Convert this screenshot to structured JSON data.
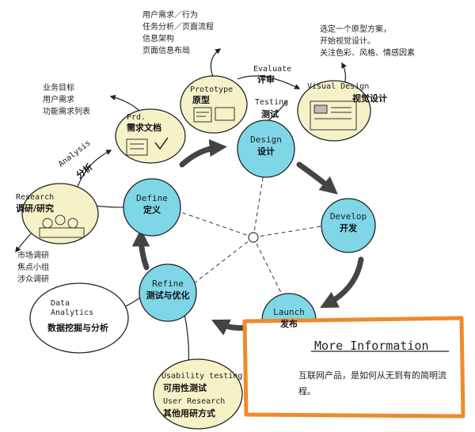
{
  "nodes": {
    "design": {
      "en": "Design",
      "zh": "设计"
    },
    "develop": {
      "en": "Develop",
      "zh": "开发"
    },
    "launch": {
      "en": "Launch",
      "zh": "发布"
    },
    "refine": {
      "en": "Refine",
      "zh": "测试与优化"
    },
    "define": {
      "en": "Define",
      "zh": "定义"
    }
  },
  "sketches": {
    "prototype": {
      "en": "Prototype",
      "zh": "原型"
    },
    "visual": {
      "en": "Visual Design",
      "zh": "视觉设计"
    },
    "prd": {
      "en": "Prd.",
      "zh": "需求文档"
    },
    "research": {
      "en": "Research",
      "zh": "调研/研究"
    },
    "data": {
      "en1": "Data",
      "en2": "Analytics",
      "zh": "数据挖掘与分析"
    },
    "usability": {
      "en1": "Usability testing",
      "zh1": "可用性测试",
      "en2": "User Research",
      "zh2": "其他用研方式"
    }
  },
  "edges": {
    "evaluate": {
      "en": "Evaluate",
      "zh": "评审"
    },
    "testing": {
      "en": "Testing",
      "zh": "测试"
    },
    "analysis": {
      "en": "Analysis",
      "zh": "分析"
    }
  },
  "notes": {
    "prototype": [
      "用户需求／行为",
      "任务分析／页面流程",
      "信息架构",
      "页面信息布局"
    ],
    "visual": [
      "选定一个原型方案，",
      "开始视觉设计。",
      "关注色彩、风格、情感因素"
    ],
    "prd": [
      "业务目标",
      "用户需求",
      "功能需求列表"
    ],
    "research": [
      "市场调研",
      "焦点小组",
      "涉众调研"
    ]
  },
  "more": {
    "title": "More Information",
    "text": "互联网产品，是如何从无到有的简明流程。"
  },
  "colors": {
    "node": "#7fd6e6",
    "sketch": "#f6f2c8",
    "panel_border": "#f08a2a"
  }
}
